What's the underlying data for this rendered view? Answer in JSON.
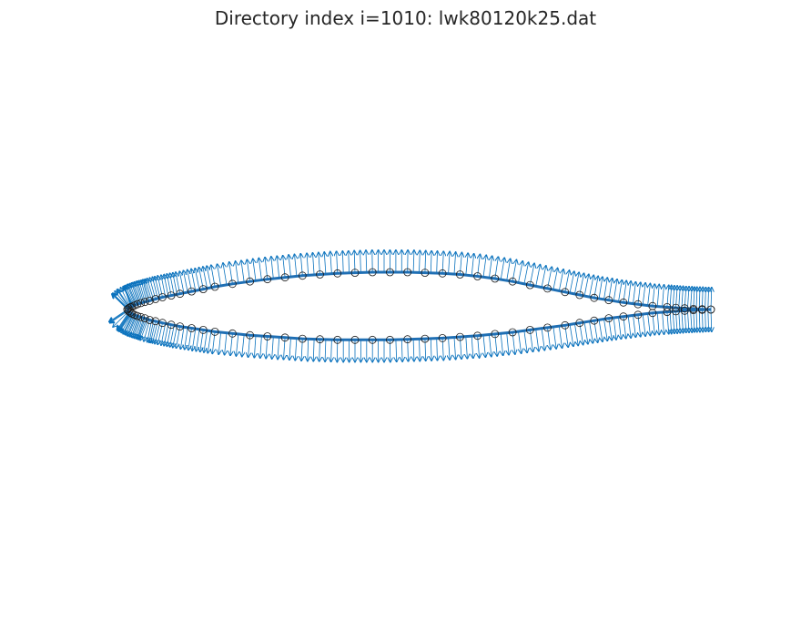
{
  "title": "Directory index i=1010: lwk80120k25.dat",
  "chart_data": {
    "type": "scatter",
    "title": "Directory index i=1010: lwk80120k25.dat",
    "xlabel": "",
    "ylabel": "",
    "axes_visible": false,
    "aspect": "equal",
    "xlim": [
      -0.03,
      1.03
    ],
    "ylim": [
      -0.58,
      0.32
    ],
    "colors": {
      "surface": "#1f6fb4",
      "normals": "#0a72bd",
      "markers_edge": "#1a1a1a"
    },
    "series": [
      {
        "kind": "airfoil-upper-surface",
        "x": [
          1.0,
          0.985,
          0.97,
          0.955,
          0.94,
          0.925,
          0.9,
          0.875,
          0.85,
          0.825,
          0.8,
          0.775,
          0.75,
          0.72,
          0.69,
          0.66,
          0.63,
          0.6,
          0.57,
          0.54,
          0.51,
          0.48,
          0.45,
          0.42,
          0.39,
          0.36,
          0.33,
          0.3,
          0.27,
          0.24,
          0.21,
          0.18,
          0.15,
          0.13,
          0.11,
          0.09,
          0.075,
          0.06,
          0.048,
          0.038,
          0.03,
          0.023,
          0.017,
          0.012,
          0.008,
          0.005,
          0.002,
          0.0
        ],
        "y": [
          0.0,
          0.0005,
          0.001,
          0.002,
          0.003,
          0.004,
          0.006,
          0.009,
          0.012,
          0.016,
          0.02,
          0.025,
          0.03,
          0.036,
          0.042,
          0.048,
          0.053,
          0.057,
          0.06,
          0.062,
          0.063,
          0.064,
          0.064,
          0.064,
          0.063,
          0.062,
          0.06,
          0.058,
          0.055,
          0.052,
          0.048,
          0.044,
          0.039,
          0.035,
          0.031,
          0.027,
          0.024,
          0.021,
          0.018,
          0.015,
          0.013,
          0.011,
          0.009,
          0.007,
          0.005,
          0.004,
          0.002,
          0.0
        ]
      },
      {
        "kind": "airfoil-lower-surface",
        "x": [
          0.0,
          0.002,
          0.005,
          0.008,
          0.012,
          0.017,
          0.023,
          0.03,
          0.038,
          0.048,
          0.06,
          0.075,
          0.09,
          0.11,
          0.13,
          0.15,
          0.18,
          0.21,
          0.24,
          0.27,
          0.3,
          0.33,
          0.36,
          0.39,
          0.42,
          0.45,
          0.48,
          0.51,
          0.54,
          0.57,
          0.6,
          0.63,
          0.66,
          0.69,
          0.72,
          0.75,
          0.775,
          0.8,
          0.825,
          0.85,
          0.875,
          0.9,
          0.925,
          0.94,
          0.955,
          0.97,
          0.985,
          1.0
        ],
        "y": [
          0.0,
          -0.003,
          -0.005,
          -0.007,
          -0.009,
          -0.011,
          -0.013,
          -0.015,
          -0.018,
          -0.02,
          -0.023,
          -0.026,
          -0.029,
          -0.032,
          -0.035,
          -0.038,
          -0.041,
          -0.044,
          -0.046,
          -0.048,
          -0.05,
          -0.051,
          -0.052,
          -0.052,
          -0.052,
          -0.052,
          -0.051,
          -0.05,
          -0.049,
          -0.047,
          -0.045,
          -0.042,
          -0.039,
          -0.035,
          -0.031,
          -0.027,
          -0.023,
          -0.019,
          -0.015,
          -0.012,
          -0.009,
          -0.006,
          -0.004,
          -0.003,
          -0.002,
          -0.001,
          -0.0005,
          0.0
        ]
      }
    ]
  }
}
